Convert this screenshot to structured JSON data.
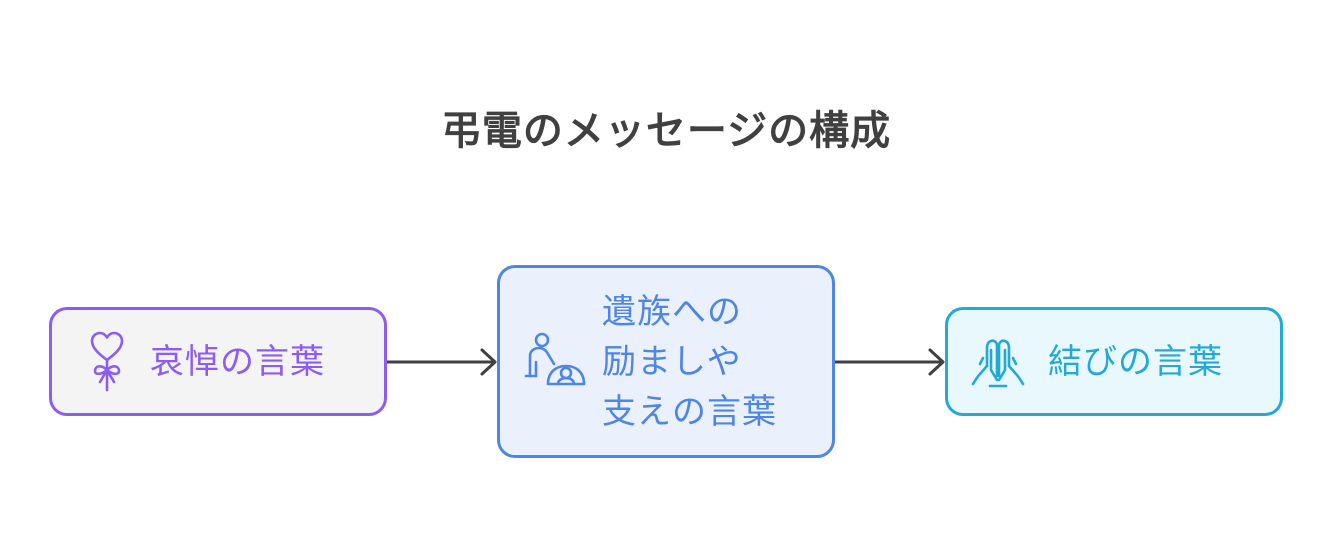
{
  "title": "弔電のメッセージの構成",
  "colors": {
    "title": "#404040",
    "arrow": "#404040",
    "box1_border": "#8b5cf6",
    "box1_fill": "#f4f4f5",
    "box2_border": "#4f86e3",
    "box2_fill": "#eaf1fd",
    "box3_border": "#22a9d6",
    "box3_fill": "#e8f8fc"
  },
  "steps": [
    {
      "icon": "heart-ribbon-icon",
      "lines": [
        "哀悼の言葉"
      ]
    },
    {
      "icon": "comforting-person-icon",
      "lines": [
        "遺族への",
        "励ましや",
        "支えの言葉"
      ]
    },
    {
      "icon": "praying-hands-icon",
      "lines": [
        "結びの言葉"
      ]
    }
  ]
}
